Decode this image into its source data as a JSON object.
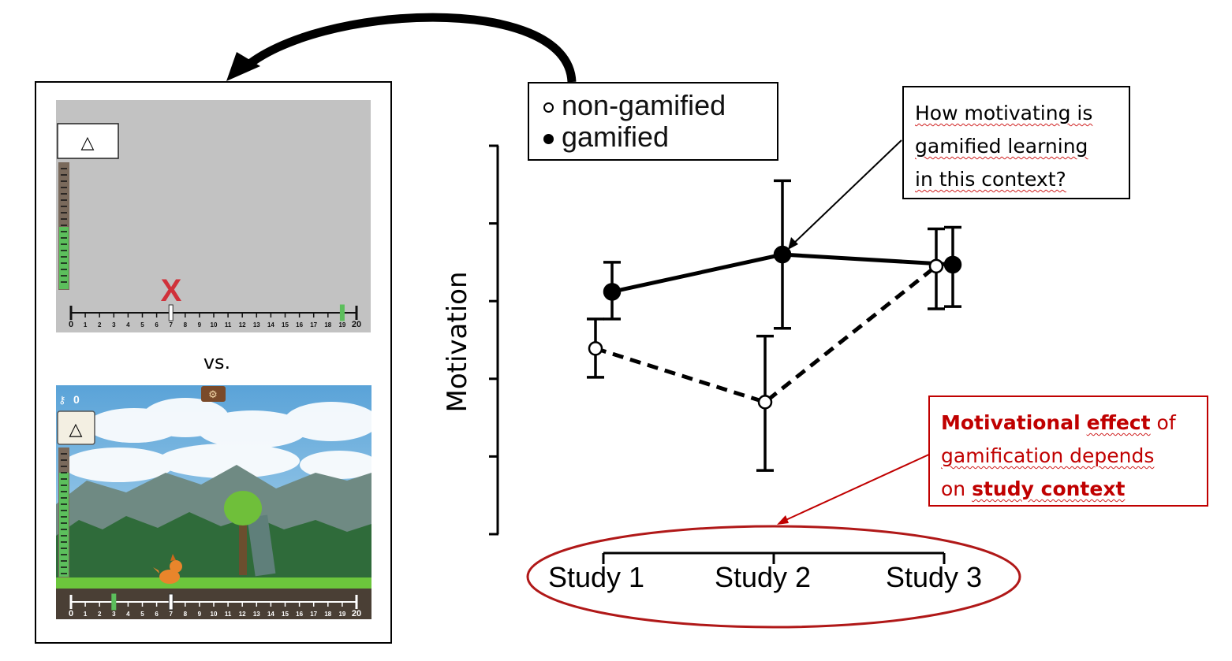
{
  "vs_text": "vs.",
  "legend": {
    "non_gamified": "non-gamified",
    "gamified": "gamified"
  },
  "question": {
    "line1": "How motivating is",
    "line2": "gamified learning",
    "line3": "in this context?"
  },
  "effect_note": {
    "w1": "Motivational",
    "w2": "effect",
    "w3": "of",
    "line2": "gamification depends",
    "w4": "on",
    "w5": "study context"
  },
  "screen_plain": {
    "triangle": "△",
    "mark": "X",
    "numberline_ticks": [
      "0",
      "1",
      "2",
      "3",
      "4",
      "5",
      "6",
      "7",
      "8",
      "9",
      "10",
      "11",
      "12",
      "13",
      "14",
      "15",
      "16",
      "17",
      "18",
      "19",
      "20"
    ]
  },
  "screen_game": {
    "triangle": "△",
    "key_count": "0",
    "numberline_ticks": [
      "0",
      "1",
      "2",
      "3",
      "4",
      "5",
      "6",
      "7",
      "8",
      "9",
      "10",
      "11",
      "12",
      "13",
      "14",
      "15",
      "16",
      "17",
      "18",
      "19",
      "20"
    ]
  },
  "chart_data": {
    "type": "line",
    "title": "",
    "ylabel": "Motivation",
    "xlabel": "",
    "categories": [
      "Study 1",
      "Study 2",
      "Study 3"
    ],
    "ylim": [
      0,
      5
    ],
    "y_tick_labels_shown": false,
    "series": [
      {
        "name": "gamified",
        "marker": "filled-circle",
        "line": "solid",
        "values": [
          3.12,
          3.6,
          3.47
        ],
        "error_low": [
          2.77,
          2.65,
          2.93
        ],
        "error_high": [
          3.5,
          4.55,
          3.95
        ]
      },
      {
        "name": "non-gamified",
        "marker": "open-circle",
        "line": "dashed",
        "values": [
          2.39,
          1.7,
          3.45
        ],
        "error_low": [
          2.02,
          0.82,
          2.9
        ],
        "error_high": [
          2.77,
          2.55,
          3.93
        ]
      }
    ],
    "colors": {
      "series": "#000000",
      "annotation": "#c00000"
    }
  }
}
